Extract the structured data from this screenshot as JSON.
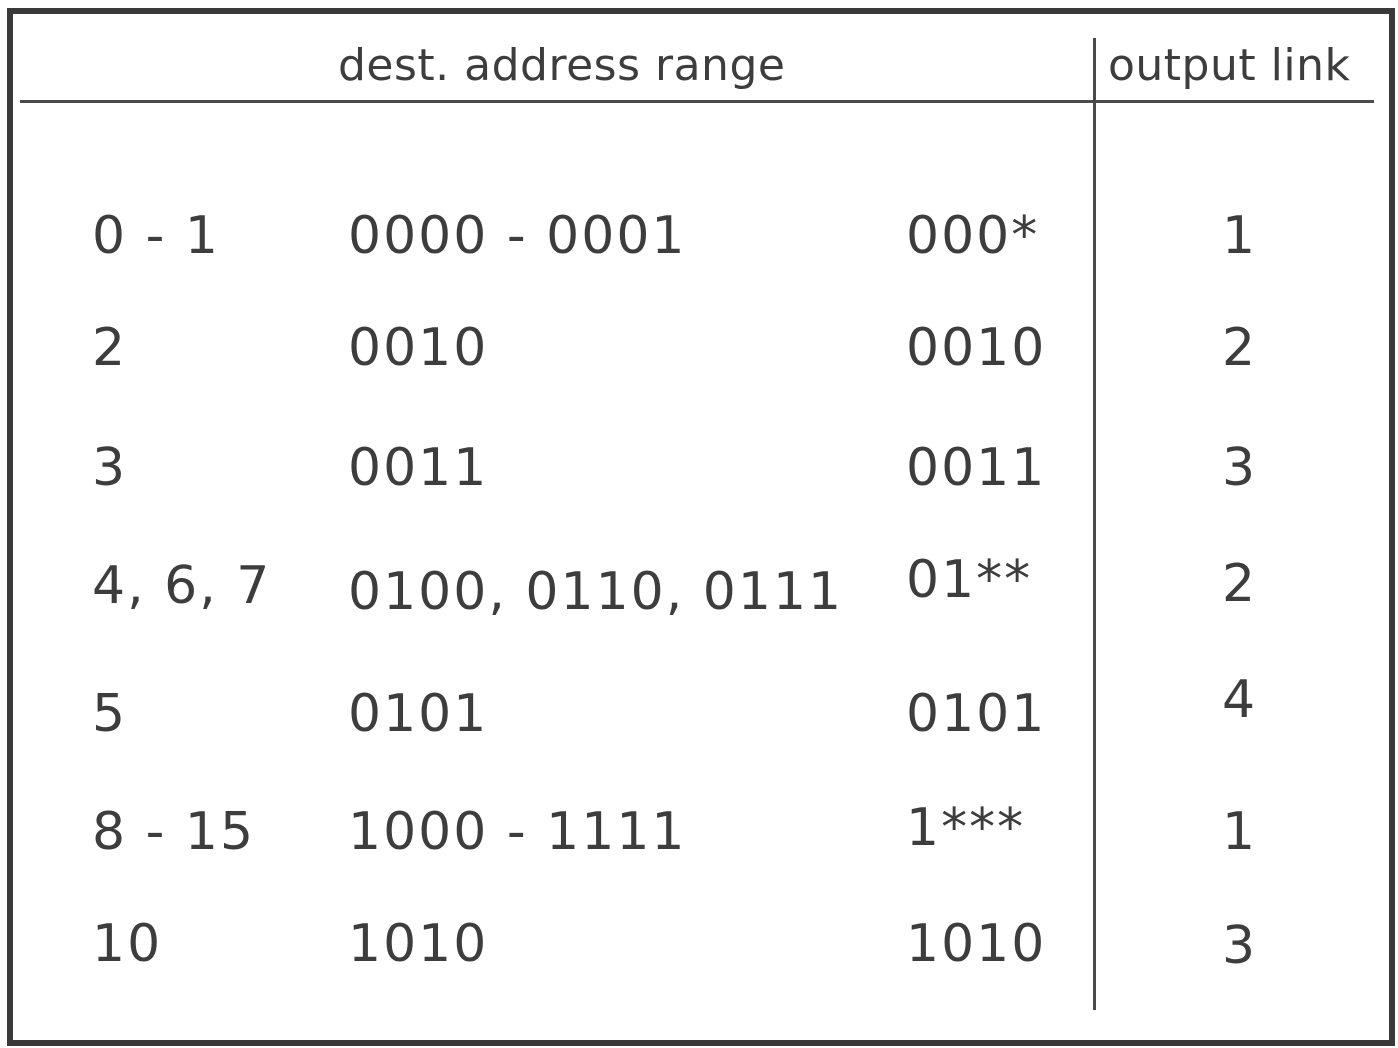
{
  "table": {
    "headers": {
      "address_range": "dest. address range",
      "output_link": "output link"
    },
    "rows": [
      {
        "decimal": "0 - 1",
        "binary": "0000 - 0001",
        "prefix": "000*",
        "link": "1"
      },
      {
        "decimal": "2",
        "binary": "0010",
        "prefix": "0010",
        "link": "2"
      },
      {
        "decimal": "3",
        "binary": "0011",
        "prefix": "0011",
        "link": "3"
      },
      {
        "decimal": "4, 6, 7",
        "binary": "0100, 0110, 0111",
        "prefix": "01**",
        "link": "2"
      },
      {
        "decimal": "5",
        "binary": "0101",
        "prefix": "0101",
        "link": "4"
      },
      {
        "decimal": "8 - 15",
        "binary": "1000 - 1111",
        "prefix": "1***",
        "link": "1"
      },
      {
        "decimal": "10",
        "binary": "1010",
        "prefix": "1010",
        "link": "3"
      }
    ]
  }
}
